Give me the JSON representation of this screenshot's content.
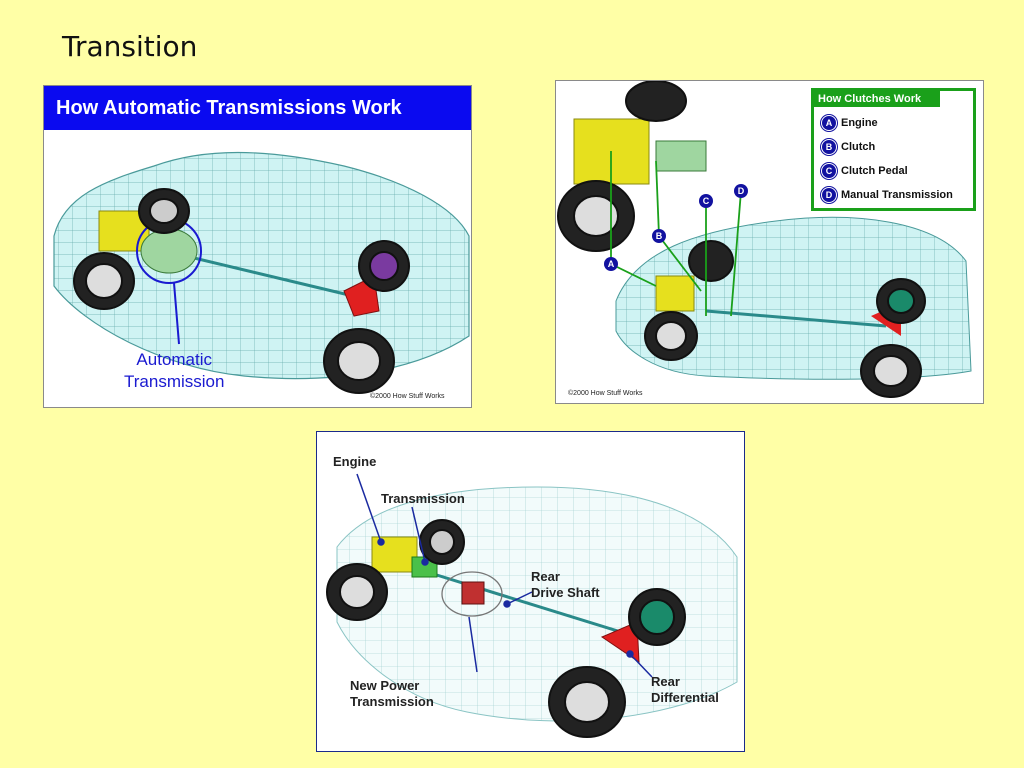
{
  "slide": {
    "title": "Transition"
  },
  "panel1": {
    "banner": "How Automatic Transmissions Work",
    "label_line1": "Automatic",
    "label_line2": "Transmission",
    "copyright": "©2000 How Stuff Works"
  },
  "panel2": {
    "legend_title": "How Clutches Work",
    "legend": [
      {
        "letter": "A",
        "text": "Engine"
      },
      {
        "letter": "B",
        "text": "Clutch"
      },
      {
        "letter": "C",
        "text": "Clutch Pedal"
      },
      {
        "letter": "D",
        "text": "Manual Transmission"
      }
    ],
    "callouts": [
      "A",
      "B",
      "C",
      "D"
    ],
    "copyright": "©2000 How Stuff Works"
  },
  "panel3": {
    "engine": "Engine",
    "transmission": "Transmission",
    "drive_line1": "Rear",
    "drive_line2": "Drive Shaft",
    "newpower_line1": "New Power",
    "newpower_line2": "Transmission",
    "diff_line1": "Rear",
    "diff_line2": "Differential"
  },
  "colors": {
    "background": "#FFFFA6",
    "banner": "#0A0AF0",
    "legend_green": "#1AA01A",
    "engine_yellow": "#E6E01E",
    "differential_red": "#E02020",
    "body_cyan": "#CFF3F3"
  }
}
